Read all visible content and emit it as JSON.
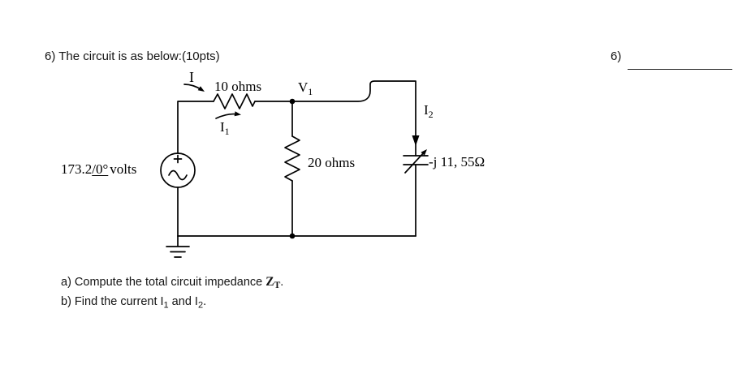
{
  "page": {
    "background": "#ffffff",
    "ink": "#000000",
    "title": "6) The circuit is as below:(10pts)",
    "answer_number": "6)"
  },
  "circuit": {
    "main_current": "I",
    "r1": "10 ohms",
    "v_node": {
      "base": "V",
      "sub": "1"
    },
    "i1": {
      "base": "I",
      "sub": "1"
    },
    "i2": {
      "base": "I",
      "sub": "2"
    },
    "r2": "20 ohms",
    "capacitor": "-j 11, 55Ω",
    "source": {
      "magnitude": "173.2",
      "angle": "/0°",
      "unit": "volts"
    }
  },
  "questions": {
    "a": {
      "text": "a) Compute the total circuit impedance ",
      "var": "Z",
      "var_sub": "T",
      "end": "."
    },
    "b": {
      "text": "b) Find the current I",
      "sub1": "1",
      "mid": " and I",
      "sub2": "2",
      "end": "."
    }
  }
}
